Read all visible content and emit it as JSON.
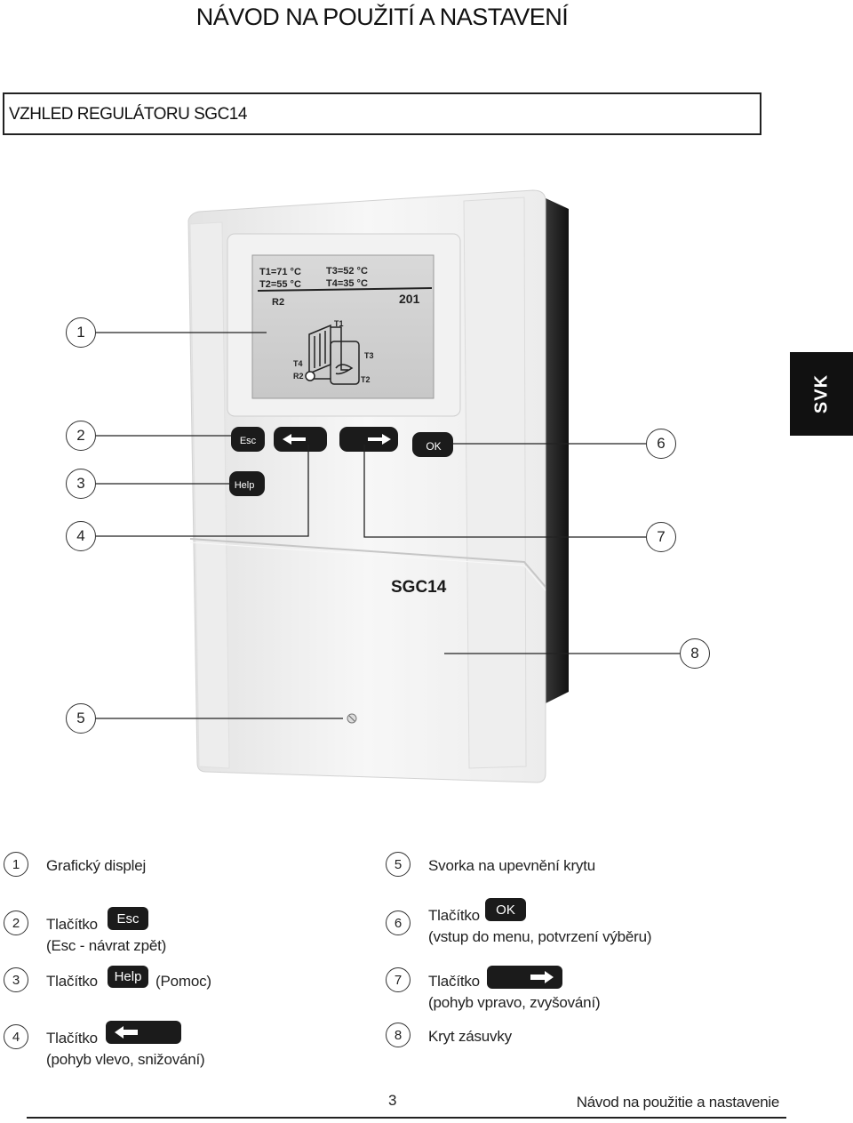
{
  "header": {
    "title": "NÁVOD NA POUŽITÍ A NASTAVENÍ"
  },
  "section": {
    "title": "VZHLED REGULÁTORU  SGC14"
  },
  "language_tab": "SVK",
  "device": {
    "model_label": "SGC14",
    "display": {
      "t1": "T1=71 °C",
      "t3": "T3=52 °C",
      "t2": "T2=55 °C",
      "t4": "T4=35 °C",
      "relay": "R2",
      "code": "201",
      "sensor_t1": "T1",
      "sensor_t3": "T3",
      "sensor_t4": "T4",
      "sensor_t2": "T2",
      "pump": "R2"
    },
    "buttons": {
      "esc": "Esc",
      "help": "Help",
      "ok": "OK"
    }
  },
  "callouts": [
    "1",
    "2",
    "3",
    "4",
    "5",
    "6",
    "7",
    "8"
  ],
  "legend": [
    {
      "num": "1",
      "line1": "Grafický displej"
    },
    {
      "num": "2",
      "line1": "Tlačítko",
      "key": "Esc",
      "line2": "(Esc - návrat zpět)"
    },
    {
      "num": "3",
      "line1": "Tlačítko",
      "key": "Help",
      "after": "(Pomoc)"
    },
    {
      "num": "4",
      "line1": "Tlačítko",
      "key_icon": "arrow-left-icon",
      "line2": "(pohyb vlevo, snižování)"
    },
    {
      "num": "5",
      "line1": "Svorka  na upevnění krytu"
    },
    {
      "num": "6",
      "line1": "Tlačítko",
      "key": "OK",
      "line2": "(vstup do menu, potvrzení výběru)"
    },
    {
      "num": "7",
      "line1": "Tlačítko",
      "key_icon": "arrow-right-icon",
      "line2": "(pohyb vpravo, zvyšování)"
    },
    {
      "num": "8",
      "line1": "Kryt zásuvky"
    }
  ],
  "footer": {
    "page_number": "3",
    "title": "Návod na použitie a nastavenie"
  }
}
